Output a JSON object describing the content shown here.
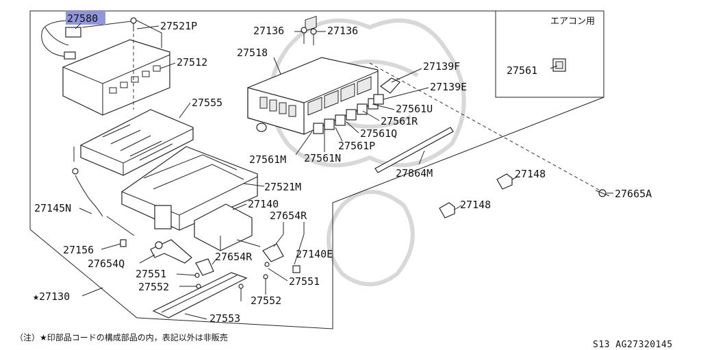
{
  "inset": {
    "title": "エアコン用",
    "part": "27561"
  },
  "labels": {
    "p27580": "27580",
    "p27521P": "27521P",
    "p27512": "27512",
    "p27555": "27555",
    "p27136a": "27136",
    "p27136b": "27136",
    "p27518": "27518",
    "p27139F": "27139F",
    "p27139E": "27139E",
    "p27561U": "27561U",
    "p27561R": "27561R",
    "p27561Q": "27561Q",
    "p27561P": "27561P",
    "p27561M": "27561M",
    "p27561N": "27561N",
    "p27864M": "27864M",
    "p27148a": "27148",
    "p27148b": "27148",
    "p27665A": "27665A",
    "p27521M": "27521M",
    "p27145N": "27145N",
    "p27140": "27140",
    "p27654Ra": "27654R",
    "p27654Rb": "27654R",
    "p27140E": "27140E",
    "p27156": "27156",
    "p27654Q": "27654Q",
    "p27551a": "27551",
    "p27551b": "27551",
    "p27552a": "27552",
    "p27552b": "27552",
    "p27130": "★27130",
    "p27553": "27553"
  },
  "footnote": "（注）★印部品コードの構成部品の内，表記以外は非販売",
  "diagram_code": "S13  AG27320145",
  "highlight_color": "#8f96dc"
}
